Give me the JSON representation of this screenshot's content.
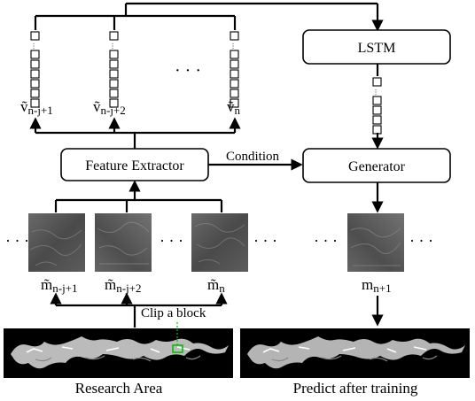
{
  "nodes": {
    "lstm": "LSTM",
    "generator": "Generator",
    "feature_extractor": "Feature Extractor"
  },
  "edge_labels": {
    "condition": "Condition",
    "clip": "Clip a block"
  },
  "vectors": {
    "v1": {
      "base": "ṽ",
      "sub": "n-j+1"
    },
    "v2": {
      "base": "ṽ",
      "sub": "n-j+2"
    },
    "v3": {
      "base": "ṽ",
      "sub": "n"
    }
  },
  "patches": {
    "m1": {
      "base": "m̃",
      "sub": "n-j+1"
    },
    "m2": {
      "base": "m̃",
      "sub": "n-j+2"
    },
    "m3": {
      "base": "m̃",
      "sub": "n"
    },
    "m_pred": {
      "base": "m",
      "sub": "n+1"
    }
  },
  "ellipsis": "…",
  "dots": "· · ·",
  "captions": {
    "left": "Research Area",
    "right": "Predict after training"
  },
  "colors": {
    "clip_marker": "#00c000"
  }
}
